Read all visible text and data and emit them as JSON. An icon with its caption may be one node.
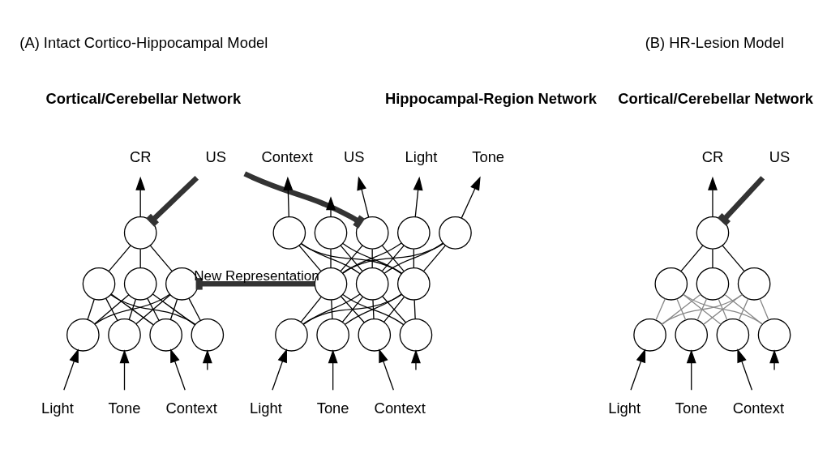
{
  "diagram": {
    "nodes": [
      {
        "text": [
          "Light"
        ]
      },
      {
        "text": [
          "Tone"
        ]
      },
      {
        "text": [
          "Context"
        ]
      },
      {
        "text": [],
        "shape": "circle"
      },
      {
        "text": [],
        "shape": "circle"
      },
      {
        "text": [],
        "shape": "circle"
      },
      {
        "text": [],
        "shape": "circle"
      },
      {
        "text": [],
        "shape": "circle"
      },
      {
        "text": [],
        "shape": "circle"
      },
      {
        "text": [],
        "shape": "circle"
      },
      {
        "text": [],
        "shape": "circle"
      },
      {
        "text": [
          "CR"
        ]
      },
      {
        "text": [
          "US"
        ]
      },
      {
        "text": [
          "Light"
        ]
      },
      {
        "text": [
          "Tone"
        ]
      },
      {
        "text": [
          "Context"
        ]
      },
      {
        "text": [],
        "shape": "circle"
      },
      {
        "text": [],
        "shape": "circle"
      },
      {
        "text": [],
        "shape": "circle"
      },
      {
        "text": [],
        "shape": "circle"
      },
      {
        "text": [],
        "shape": "circle"
      },
      {
        "text": [],
        "shape": "circle"
      },
      {
        "text": [],
        "shape": "circle"
      },
      {
        "text": [],
        "shape": "circle"
      },
      {
        "text": [],
        "shape": "circle"
      },
      {
        "text": [],
        "shape": "circle"
      },
      {
        "text": [],
        "shape": "circle"
      },
      {
        "text": [],
        "shape": "circle"
      },
      {
        "text": [
          "US"
        ]
      },
      {
        "text": [
          "Light"
        ]
      },
      {
        "text": [
          "Tone"
        ]
      },
      {
        "text": [
          "Context"
        ]
      },
      {
        "text": [
          "Light"
        ]
      },
      {
        "text": [
          "Tone"
        ]
      },
      {
        "text": [
          "Context"
        ]
      },
      {
        "text": [],
        "shape": "circle"
      },
      {
        "text": [],
        "shape": "circle"
      },
      {
        "text": [],
        "shape": "circle"
      },
      {
        "text": [],
        "shape": "circle"
      },
      {
        "text": [],
        "shape": "circle"
      },
      {
        "text": [],
        "shape": "circle"
      },
      {
        "text": [],
        "shape": "circle"
      },
      {
        "text": [],
        "shape": "circle"
      },
      {
        "text": [
          "CR"
        ]
      },
      {
        "text": [
          "US"
        ]
      }
    ],
    "edges": [
      {
        "from": 0,
        "to": 3,
        "arrow": "to"
      },
      {
        "from": 1,
        "to": 4,
        "arrow": "to"
      },
      {
        "from": 2,
        "to": 5,
        "arrow": "to"
      },
      {
        "from": null,
        "to": 6,
        "arrow": "to"
      },
      {
        "from": 3,
        "to": 7,
        "arrow": "none"
      },
      {
        "from": 3,
        "to": 8,
        "arrow": "none"
      },
      {
        "from": 3,
        "to": 9,
        "arrow": "none"
      },
      {
        "from": 4,
        "to": 7,
        "arrow": "none"
      },
      {
        "from": 4,
        "to": 8,
        "arrow": "none"
      },
      {
        "from": 4,
        "to": 9,
        "arrow": "none"
      },
      {
        "from": 5,
        "to": 7,
        "arrow": "none"
      },
      {
        "from": 5,
        "to": 8,
        "arrow": "none"
      },
      {
        "from": 5,
        "to": 9,
        "arrow": "none"
      },
      {
        "from": 6,
        "to": 7,
        "arrow": "none"
      },
      {
        "from": 6,
        "to": 8,
        "arrow": "none"
      },
      {
        "from": 6,
        "to": 9,
        "arrow": "none"
      },
      {
        "from": 7,
        "to": 10,
        "arrow": "none"
      },
      {
        "from": 8,
        "to": 10,
        "arrow": "none"
      },
      {
        "from": 9,
        "to": 10,
        "arrow": "none"
      },
      {
        "from": 10,
        "to": 11,
        "arrow": "to"
      },
      {
        "from": 12,
        "to": 10,
        "arrow": "other",
        "style": "thick",
        "color": "#333333"
      },
      {
        "from": 12,
        "to": 23,
        "arrow": "other",
        "style": "thick",
        "color": "#333333"
      },
      {
        "from": 20,
        "to": 9,
        "arrow": "other",
        "style": "thick",
        "color": "#333333",
        "label": "New Representation"
      },
      {
        "from": 13,
        "to": 16,
        "arrow": "to"
      },
      {
        "from": 14,
        "to": 17,
        "arrow": "to"
      },
      {
        "from": 15,
        "to": 18,
        "arrow": "to"
      },
      {
        "from": null,
        "to": 19,
        "arrow": "to"
      },
      {
        "from": 16,
        "to": 20,
        "arrow": "none"
      },
      {
        "from": 16,
        "to": 21,
        "arrow": "none"
      },
      {
        "from": 16,
        "to": 22,
        "arrow": "none"
      },
      {
        "from": 17,
        "to": 20,
        "arrow": "none"
      },
      {
        "from": 17,
        "to": 21,
        "arrow": "none"
      },
      {
        "from": 17,
        "to": 22,
        "arrow": "none"
      },
      {
        "from": 18,
        "to": 20,
        "arrow": "none"
      },
      {
        "from": 18,
        "to": 21,
        "arrow": "none"
      },
      {
        "from": 18,
        "to": 22,
        "arrow": "none"
      },
      {
        "from": 19,
        "to": 20,
        "arrow": "none"
      },
      {
        "from": 19,
        "to": 21,
        "arrow": "none"
      },
      {
        "from": 19,
        "to": 22,
        "arrow": "none"
      },
      {
        "from": 20,
        "to": 23,
        "arrow": "none"
      },
      {
        "from": 20,
        "to": 24,
        "arrow": "none"
      },
      {
        "from": 20,
        "to": 25,
        "arrow": "none"
      },
      {
        "from": 20,
        "to": 26,
        "arrow": "none"
      },
      {
        "from": 20,
        "to": 27,
        "arrow": "none"
      },
      {
        "from": 21,
        "to": 23,
        "arrow": "none"
      },
      {
        "from": 21,
        "to": 24,
        "arrow": "none"
      },
      {
        "from": 21,
        "to": 25,
        "arrow": "none"
      },
      {
        "from": 21,
        "to": 26,
        "arrow": "none"
      },
      {
        "from": 21,
        "to": 27,
        "arrow": "none"
      },
      {
        "from": 22,
        "to": 23,
        "arrow": "none"
      },
      {
        "from": 22,
        "to": 24,
        "arrow": "none"
      },
      {
        "from": 22,
        "to": 25,
        "arrow": "none"
      },
      {
        "from": 22,
        "to": 26,
        "arrow": "none"
      },
      {
        "from": 22,
        "to": 27,
        "arrow": "none"
      },
      {
        "from": 23,
        "to": 28,
        "arrow": "to"
      },
      {
        "from": 24,
        "to": 29,
        "arrow": "to"
      },
      {
        "from": 25,
        "to": 30,
        "arrow": "to"
      },
      {
        "from": 26,
        "to": 31,
        "arrow": "to"
      },
      {
        "from": 27,
        "to": null,
        "arrow": "to"
      },
      {
        "from": 32,
        "to": 35,
        "arrow": "to"
      },
      {
        "from": 33,
        "to": 36,
        "arrow": "to"
      },
      {
        "from": 34,
        "to": 37,
        "arrow": "to"
      },
      {
        "from": null,
        "to": 38,
        "arrow": "to"
      },
      {
        "from": 35,
        "to": 39,
        "arrow": "none",
        "color": "#888888"
      },
      {
        "from": 35,
        "to": 40,
        "arrow": "none",
        "color": "#888888"
      },
      {
        "from": 35,
        "to": 41,
        "arrow": "none",
        "color": "#888888"
      },
      {
        "from": 36,
        "to": 39,
        "arrow": "none",
        "color": "#888888"
      },
      {
        "from": 36,
        "to": 40,
        "arrow": "none",
        "color": "#888888"
      },
      {
        "from": 36,
        "to": 41,
        "arrow": "none",
        "color": "#888888"
      },
      {
        "from": 37,
        "to": 39,
        "arrow": "none",
        "color": "#888888"
      },
      {
        "from": 37,
        "to": 40,
        "arrow": "none",
        "color": "#888888"
      },
      {
        "from": 37,
        "to": 41,
        "arrow": "none",
        "color": "#888888"
      },
      {
        "from": 38,
        "to": 39,
        "arrow": "none",
        "color": "#888888"
      },
      {
        "from": 38,
        "to": 40,
        "arrow": "none",
        "color": "#888888"
      },
      {
        "from": 38,
        "to": 41,
        "arrow": "none",
        "color": "#888888"
      },
      {
        "from": 39,
        "to": 42,
        "arrow": "none"
      },
      {
        "from": 40,
        "to": 42,
        "arrow": "none"
      },
      {
        "from": 41,
        "to": 42,
        "arrow": "none"
      },
      {
        "from": 42,
        "to": 43,
        "arrow": "to"
      },
      {
        "from": 44,
        "to": 42,
        "arrow": "other",
        "style": "thick",
        "color": "#333333"
      }
    ],
    "labels": [
      "(A) Intact Cortico-Hippocampal Model",
      "(B) HR-Lesion Model",
      "Cortical/Cerebellar Network",
      "Hippocampal-Region Network",
      "Cortical/Cerebellar Network"
    ]
  }
}
